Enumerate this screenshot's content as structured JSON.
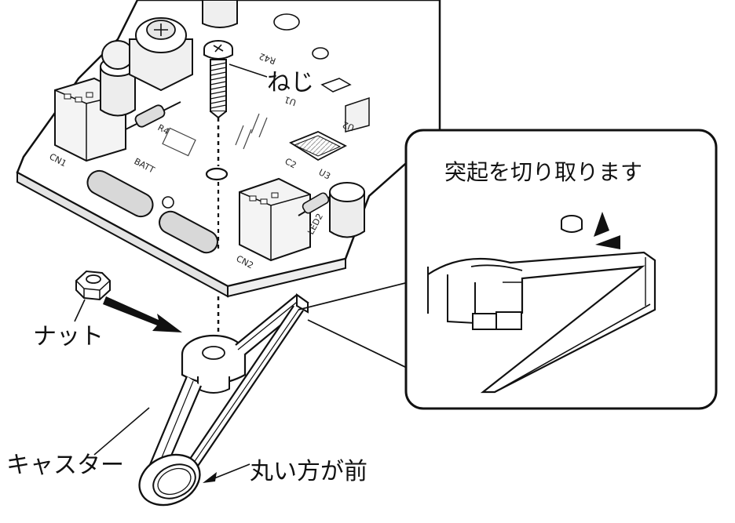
{
  "labels": {
    "screw": "ねじ",
    "nut": "ナット",
    "caster": "キャスター",
    "round_front": "丸い方が前",
    "callout_title": "突起を切り取ります"
  },
  "pcb_silkscreen": {
    "cn1": "CN1",
    "cn2": "CN2",
    "batt": "BATT",
    "r4": "R4",
    "u1": "U1",
    "u2": "U2",
    "u3": "U3",
    "c2": "C2",
    "led2": "LED2",
    "r42": "R42"
  }
}
